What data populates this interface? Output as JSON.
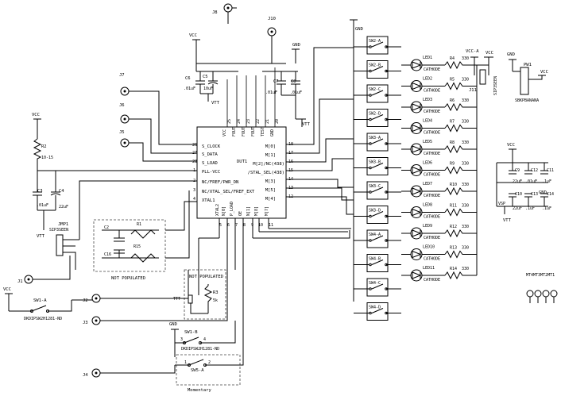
{
  "power": {
    "vcc": "VCC",
    "vtt": "VTT",
    "gnd": "GND"
  },
  "ic": {
    "ref": "DUT1",
    "top_pins": [
      {
        "num": "25",
        "name": "VCC"
      },
      {
        "num": "24",
        "name": "FOUT"
      },
      {
        "num": "23",
        "name": "FOUT"
      },
      {
        "num": "22",
        "name": "FOUT"
      },
      {
        "num": "21",
        "name": "TEST"
      },
      {
        "num": "20",
        "name": "GND"
      }
    ],
    "left_pins": [
      {
        "num": "26",
        "name": "S_CLOCK"
      },
      {
        "num": "27",
        "name": "S_DATA"
      },
      {
        "num": "28",
        "name": "S_LOAD"
      },
      {
        "num": "1",
        "name": "PLL-VCC"
      },
      {
        "num": "2",
        "name": "NC/FREF/PWR_DN"
      },
      {
        "num": "3",
        "name": "NC/XTAL_SEL/FREF_EXT"
      },
      {
        "num": "4",
        "name": "XTAL1"
      }
    ],
    "right_pins": [
      {
        "num": "18",
        "name": "M[0]"
      },
      {
        "num": "17",
        "name": "M[1]"
      },
      {
        "num": "16",
        "name": "M[2]/NC(438)"
      },
      {
        "num": "15",
        "name": "/STAL_SEL(438)"
      },
      {
        "num": "14",
        "name": "M[3]"
      },
      {
        "num": "13",
        "name": "M[5]"
      },
      {
        "num": "12",
        "name": "M[4]"
      }
    ],
    "bottom_pins": [
      {
        "num": "5",
        "name": "XTAL2"
      },
      {
        "num": "6",
        "name": "N[0]"
      },
      {
        "num": "7",
        "name": "P_LOAD"
      },
      {
        "num": "8",
        "name": "OE"
      },
      {
        "num": "9",
        "name": "N[1]"
      },
      {
        "num": "10",
        "name": "M[8]"
      },
      {
        "num": "11",
        "name": "M[7]"
      }
    ]
  },
  "connectors": {
    "j8": "J8",
    "j10": "J10",
    "j7": "J7",
    "j6": "J6",
    "j5": "J5",
    "j1": "J1",
    "j2": "J2",
    "j3": "J3",
    "j4": "J4",
    "j11": "J11",
    "pw1": "PW1"
  },
  "caps": {
    "c8": {
      "ref": "C8",
      "val": ".01uF"
    },
    "c5": {
      "ref": "C5",
      "val": "10uF"
    },
    "c7": {
      "ref": "C7",
      "val": ".01uF"
    },
    "c6": {
      "ref": "C6",
      "val": ".01uF"
    },
    "c3": {
      "ref": "C3",
      "val": ".01uF"
    },
    "c4": {
      "ref": "C4",
      "val": "22uF"
    },
    "c9": {
      "ref": "C9",
      "val": "22uF"
    },
    "c10": {
      "ref": "C10",
      "val": "22uF"
    },
    "c11": {
      "ref": "C11",
      "val": ".1uF"
    },
    "c12": {
      "ref": "C12",
      "val": ".01uF"
    },
    "c13": {
      "ref": "C13",
      "val": ".1uF"
    },
    "c14": {
      "ref": "C14",
      "val": ".1uF"
    }
  },
  "r2": {
    "ref": "R2",
    "val": "10-15"
  },
  "r3": {
    "ref": "R3",
    "val": "5k"
  },
  "jmp1": {
    "ref": "JMP1",
    "val": "SIP3SEEN"
  },
  "sw_labels": [
    "SW2-A",
    "SW2-B",
    "SW2-C",
    "SW2-D",
    "SW3-A",
    "SW3-B",
    "SW3-C",
    "SW3-D",
    "SW4-A",
    "SW4-B",
    "SW4-C",
    "SW4-D"
  ],
  "leds": [
    {
      "led": "LED1",
      "res": "R4",
      "val": "330"
    },
    {
      "led": "LED2",
      "res": "R5",
      "val": "330"
    },
    {
      "led": "LED3",
      "res": "R6",
      "val": "330"
    },
    {
      "led": "LED4",
      "res": "R7",
      "val": "330"
    },
    {
      "led": "LED5",
      "res": "R8",
      "val": "330"
    },
    {
      "led": "LED6",
      "res": "R9",
      "val": "330"
    },
    {
      "led": "LED7",
      "res": "R10",
      "val": "330"
    },
    {
      "led": "LED8",
      "res": "R11",
      "val": "330"
    },
    {
      "led": "LED9",
      "res": "R12",
      "val": "330"
    },
    {
      "led": "LED10",
      "res": "R13",
      "val": "330"
    },
    {
      "led": "LED11",
      "res": "R14",
      "val": "330"
    }
  ],
  "cathode": "CATHODE",
  "pw1_label": "SBKPBANANA",
  "j11_label": "SIP3SEEN",
  "vcca": "VCC-A",
  "not_populated": "NOT POPULATED",
  "ttt": "TTT",
  "sw1a": "SW1-A",
  "sw1b": "SW1-B",
  "sw5a": "SW5-A",
  "sw_part": "DKDIPSW2H1281-ND",
  "momentary": "Momentary",
  "mtg": "MT4MT3MT2MT1",
  "vsp": "VSP"
}
